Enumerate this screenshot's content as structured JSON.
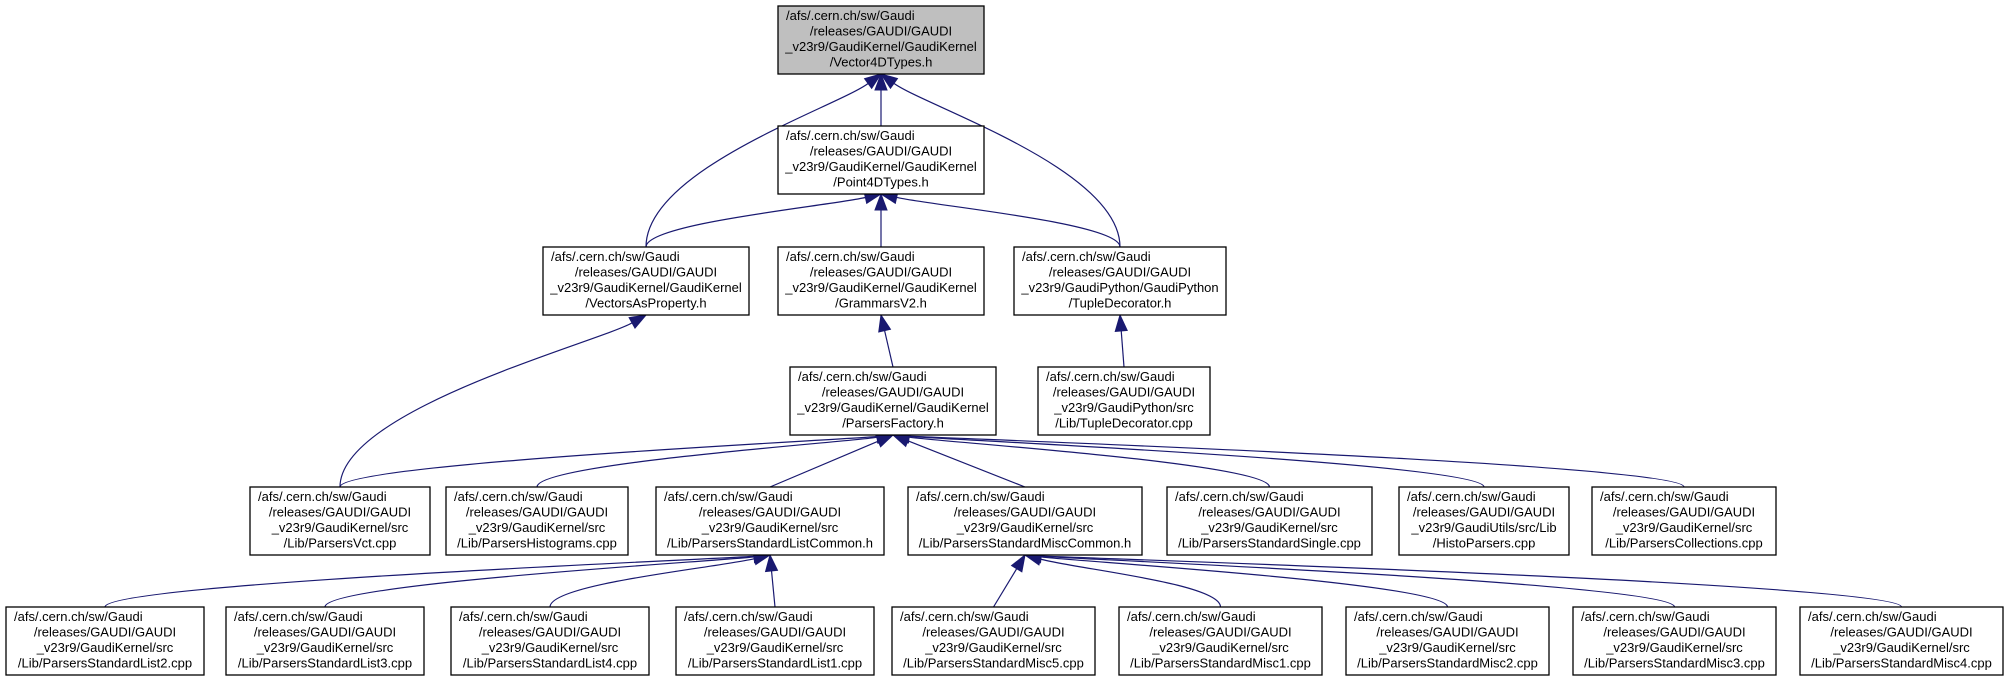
{
  "colors": {
    "edge": "#191970",
    "root_fill": "#bfbfbf",
    "node_fill": "#ffffff",
    "border": "#000000"
  },
  "nodes": [
    {
      "id": "vector4d",
      "root": true,
      "lines": [
        "/afs/.cern.ch/sw/Gaudi",
        "/releases/GAUDI/GAUDI",
        "_v23r9/GaudiKernel/GaudiKernel",
        "/Vector4DTypes.h"
      ]
    },
    {
      "id": "point4d",
      "lines": [
        "/afs/.cern.ch/sw/Gaudi",
        "/releases/GAUDI/GAUDI",
        "_v23r9/GaudiKernel/GaudiKernel",
        "/Point4DTypes.h"
      ]
    },
    {
      "id": "vectorsasproperty",
      "lines": [
        "/afs/.cern.ch/sw/Gaudi",
        "/releases/GAUDI/GAUDI",
        "_v23r9/GaudiKernel/GaudiKernel",
        "/VectorsAsProperty.h"
      ]
    },
    {
      "id": "grammarsv2",
      "lines": [
        "/afs/.cern.ch/sw/Gaudi",
        "/releases/GAUDI/GAUDI",
        "_v23r9/GaudiKernel/GaudiKernel",
        "/GrammarsV2.h"
      ]
    },
    {
      "id": "tupledecorator_h",
      "lines": [
        "/afs/.cern.ch/sw/Gaudi",
        "/releases/GAUDI/GAUDI",
        "_v23r9/GaudiPython/GaudiPython",
        "/TupleDecorator.h"
      ]
    },
    {
      "id": "parsersfactory",
      "lines": [
        "/afs/.cern.ch/sw/Gaudi",
        "/releases/GAUDI/GAUDI",
        "_v23r9/GaudiKernel/GaudiKernel",
        "/ParsersFactory.h"
      ]
    },
    {
      "id": "tupledecorator_cpp",
      "lines": [
        "/afs/.cern.ch/sw/Gaudi",
        "/releases/GAUDI/GAUDI",
        "_v23r9/GaudiPython/src",
        "/Lib/TupleDecorator.cpp"
      ]
    },
    {
      "id": "parsersvct",
      "lines": [
        "/afs/.cern.ch/sw/Gaudi",
        "/releases/GAUDI/GAUDI",
        "_v23r9/GaudiKernel/src",
        "/Lib/ParsersVct.cpp"
      ]
    },
    {
      "id": "parsershistograms",
      "lines": [
        "/afs/.cern.ch/sw/Gaudi",
        "/releases/GAUDI/GAUDI",
        "_v23r9/GaudiKernel/src",
        "/Lib/ParsersHistograms.cpp"
      ]
    },
    {
      "id": "listcommon",
      "lines": [
        "/afs/.cern.ch/sw/Gaudi",
        "/releases/GAUDI/GAUDI",
        "_v23r9/GaudiKernel/src",
        "/Lib/ParsersStandardListCommon.h"
      ]
    },
    {
      "id": "misccommon",
      "lines": [
        "/afs/.cern.ch/sw/Gaudi",
        "/releases/GAUDI/GAUDI",
        "_v23r9/GaudiKernel/src",
        "/Lib/ParsersStandardMiscCommon.h"
      ]
    },
    {
      "id": "single",
      "lines": [
        "/afs/.cern.ch/sw/Gaudi",
        "/releases/GAUDI/GAUDI",
        "_v23r9/GaudiKernel/src",
        "/Lib/ParsersStandardSingle.cpp"
      ]
    },
    {
      "id": "histoparsers",
      "lines": [
        "/afs/.cern.ch/sw/Gaudi",
        "/releases/GAUDI/GAUDI",
        "_v23r9/GaudiUtils/src/Lib",
        "/HistoParsers.cpp"
      ]
    },
    {
      "id": "collections",
      "lines": [
        "/afs/.cern.ch/sw/Gaudi",
        "/releases/GAUDI/GAUDI",
        "_v23r9/GaudiKernel/src",
        "/Lib/ParsersCollections.cpp"
      ]
    },
    {
      "id": "list2",
      "lines": [
        "/afs/.cern.ch/sw/Gaudi",
        "/releases/GAUDI/GAUDI",
        "_v23r9/GaudiKernel/src",
        "/Lib/ParsersStandardList2.cpp"
      ]
    },
    {
      "id": "list3",
      "lines": [
        "/afs/.cern.ch/sw/Gaudi",
        "/releases/GAUDI/GAUDI",
        "_v23r9/GaudiKernel/src",
        "/Lib/ParsersStandardList3.cpp"
      ]
    },
    {
      "id": "list4",
      "lines": [
        "/afs/.cern.ch/sw/Gaudi",
        "/releases/GAUDI/GAUDI",
        "_v23r9/GaudiKernel/src",
        "/Lib/ParsersStandardList4.cpp"
      ]
    },
    {
      "id": "list1",
      "lines": [
        "/afs/.cern.ch/sw/Gaudi",
        "/releases/GAUDI/GAUDI",
        "_v23r9/GaudiKernel/src",
        "/Lib/ParsersStandardList1.cpp"
      ]
    },
    {
      "id": "misc5",
      "lines": [
        "/afs/.cern.ch/sw/Gaudi",
        "/releases/GAUDI/GAUDI",
        "_v23r9/GaudiKernel/src",
        "/Lib/ParsersStandardMisc5.cpp"
      ]
    },
    {
      "id": "misc1",
      "lines": [
        "/afs/.cern.ch/sw/Gaudi",
        "/releases/GAUDI/GAUDI",
        "_v23r9/GaudiKernel/src",
        "/Lib/ParsersStandardMisc1.cpp"
      ]
    },
    {
      "id": "misc2",
      "lines": [
        "/afs/.cern.ch/sw/Gaudi",
        "/releases/GAUDI/GAUDI",
        "_v23r9/GaudiKernel/src",
        "/Lib/ParsersStandardMisc2.cpp"
      ]
    },
    {
      "id": "misc3",
      "lines": [
        "/afs/.cern.ch/sw/Gaudi",
        "/releases/GAUDI/GAUDI",
        "_v23r9/GaudiKernel/src",
        "/Lib/ParsersStandardMisc3.cpp"
      ]
    },
    {
      "id": "misc4",
      "lines": [
        "/afs/.cern.ch/sw/Gaudi",
        "/releases/GAUDI/GAUDI",
        "_v23r9/GaudiKernel/src",
        "/Lib/ParsersStandardMisc4.cpp"
      ]
    }
  ],
  "edges": [
    {
      "from": "point4d",
      "to": "vector4d"
    },
    {
      "from": "vectorsasproperty",
      "to": "vector4d"
    },
    {
      "from": "tupledecorator_h",
      "to": "vector4d"
    },
    {
      "from": "vectorsasproperty",
      "to": "point4d"
    },
    {
      "from": "grammarsv2",
      "to": "point4d"
    },
    {
      "from": "tupledecorator_h",
      "to": "point4d"
    },
    {
      "from": "parsersfactory",
      "to": "grammarsv2"
    },
    {
      "from": "tupledecorator_cpp",
      "to": "tupledecorator_h"
    },
    {
      "from": "parsersvct",
      "to": "vectorsasproperty"
    },
    {
      "from": "parsersvct",
      "to": "parsersfactory"
    },
    {
      "from": "parsershistograms",
      "to": "parsersfactory"
    },
    {
      "from": "listcommon",
      "to": "parsersfactory"
    },
    {
      "from": "misccommon",
      "to": "parsersfactory"
    },
    {
      "from": "single",
      "to": "parsersfactory"
    },
    {
      "from": "histoparsers",
      "to": "parsersfactory"
    },
    {
      "from": "collections",
      "to": "parsersfactory"
    },
    {
      "from": "list2",
      "to": "listcommon"
    },
    {
      "from": "list3",
      "to": "listcommon"
    },
    {
      "from": "list4",
      "to": "listcommon"
    },
    {
      "from": "list1",
      "to": "listcommon"
    },
    {
      "from": "misc5",
      "to": "misccommon"
    },
    {
      "from": "misc1",
      "to": "misccommon"
    },
    {
      "from": "misc2",
      "to": "misccommon"
    },
    {
      "from": "misc3",
      "to": "misccommon"
    },
    {
      "from": "misc4",
      "to": "misccommon"
    }
  ]
}
